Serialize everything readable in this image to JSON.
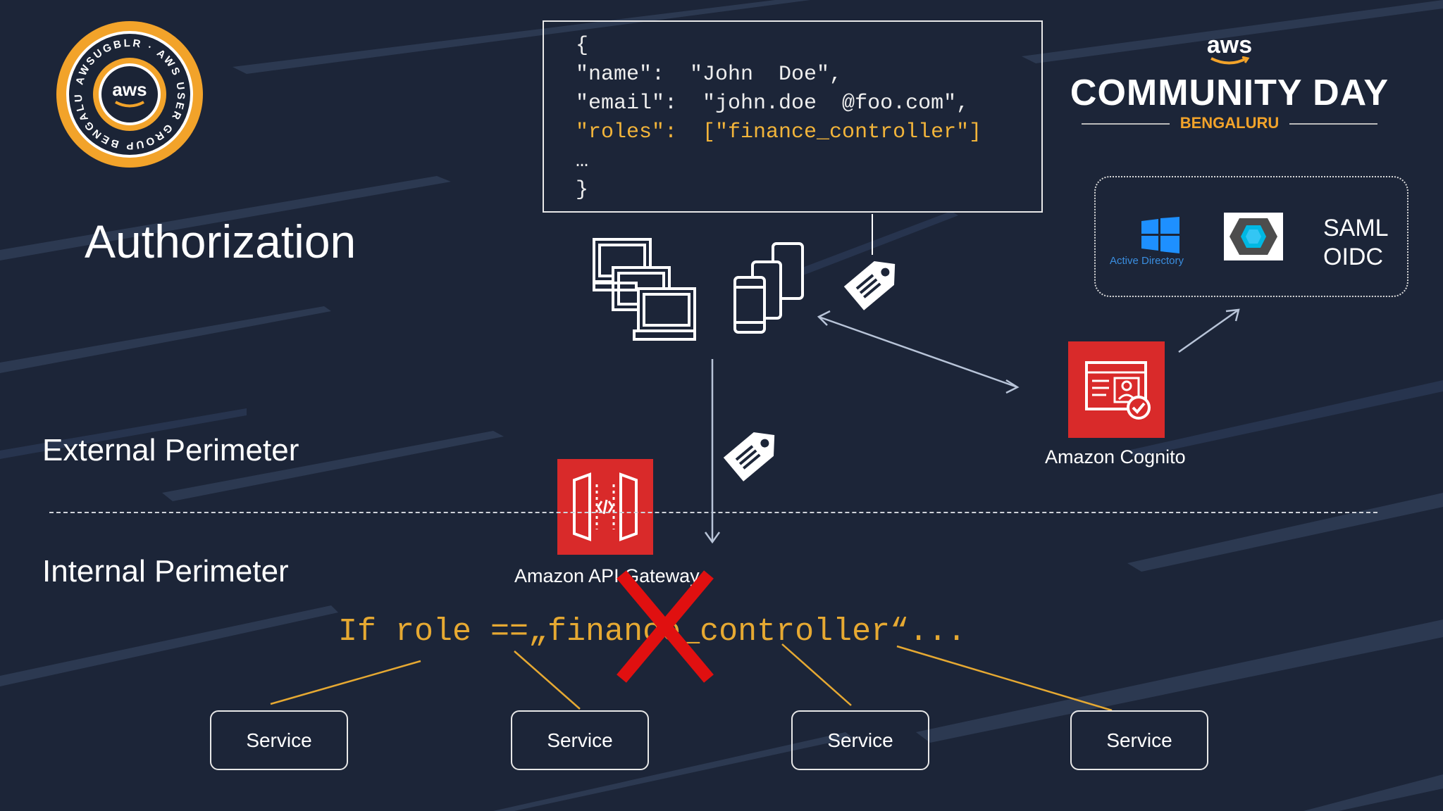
{
  "slide": {
    "title": "Authorization",
    "logo": {
      "text_inner": "aws",
      "ring_text": "AWSUGBLR · AWS USER GROUP BENGALURU"
    },
    "brand": {
      "aws": "aws",
      "main": "COMMUNITY DAY",
      "sub": "BENGALURU"
    },
    "token_json": {
      "lines": [
        "{",
        "\"name\":  \"John  Doe\",",
        "\"email\":  \"john.doe  @foo.com\",",
        "\"roles\":  [\"finance_controller\"]",
        "…",
        "}"
      ]
    },
    "identity_providers": {
      "active_directory_label": "Active Directory",
      "protocols": [
        "SAML",
        "OIDC"
      ]
    },
    "cognito": {
      "label": "Amazon Cognito"
    },
    "api_gateway": {
      "label": "Amazon API Gateway"
    },
    "perimeters": {
      "external": "External Perimeter",
      "internal": "Internal Perimeter"
    },
    "rule_text": "If role ==„finance_controller“...",
    "services": [
      "Service",
      "Service",
      "Service",
      "Service"
    ],
    "colors": {
      "background": "#1c2538",
      "accent_orange": "#e6a932",
      "aws_red": "#d92a2a",
      "cross_red": "#e01010"
    }
  }
}
